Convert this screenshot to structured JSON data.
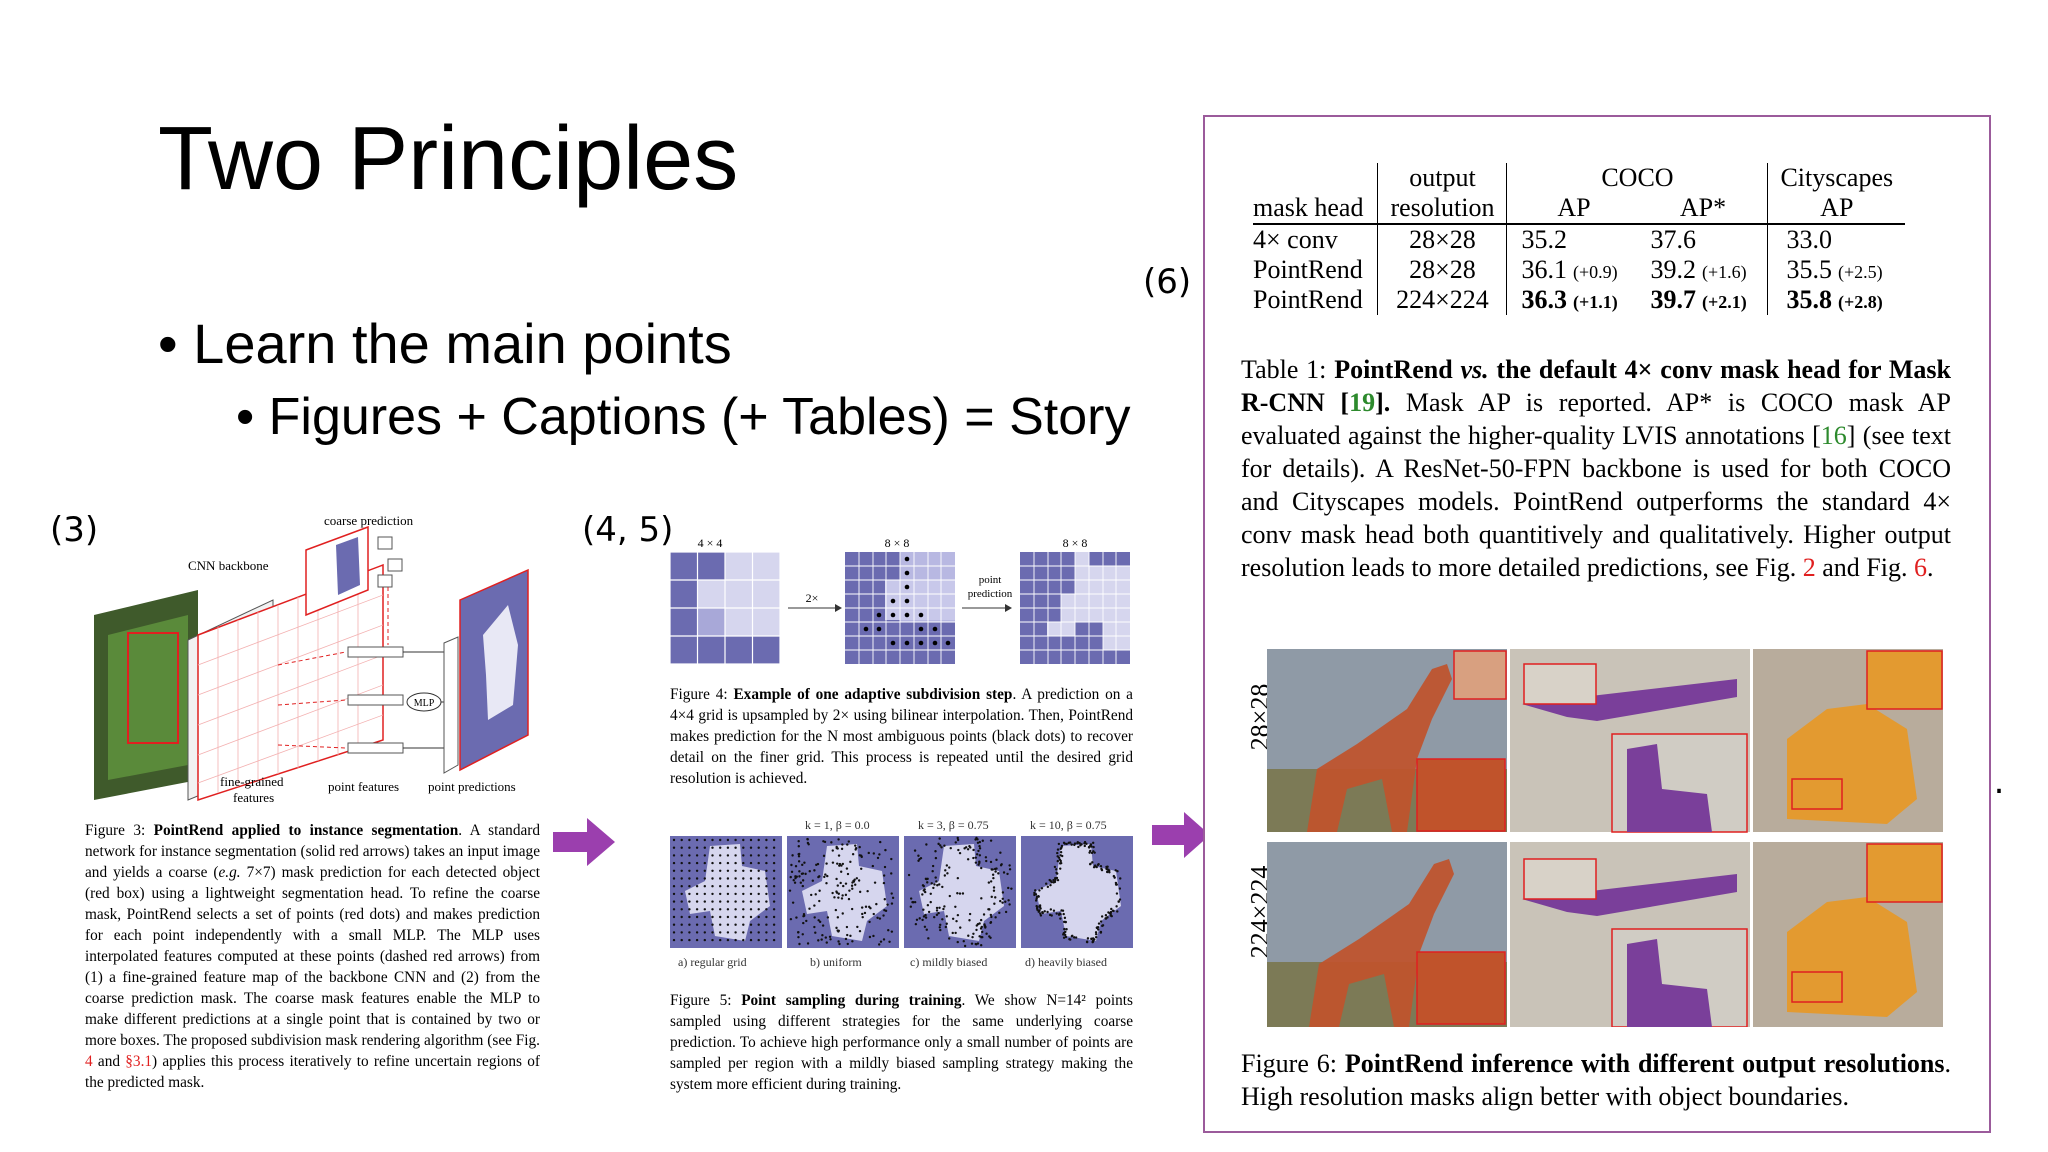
{
  "slide": {
    "title": "Two Principles",
    "bullet1": "Learn the main points",
    "bullet2": "Figures + Captions (+ Tables) = Story",
    "label_fig3": "(3)",
    "label_fig45": "(4, 5)",
    "label_fig6": "(6)",
    "ellipsis": "..."
  },
  "fig3": {
    "labels": {
      "coarse": "coarse prediction",
      "backbone": "CNN backbone",
      "finegrained_1": "fine-grained",
      "finegrained_2": "features",
      "pointfeatures": "point features",
      "pointpreds": "point predictions",
      "mlp": "MLP"
    },
    "caption": {
      "head": "Figure 3: ",
      "bold": "PointRend applied to instance segmentation",
      "body1": ". A standard network for instance segmentation (solid red arrows) takes an input image and yields a coarse (",
      "eg": "e.g.",
      "body2": " 7×7) mask prediction for each detected object (red box) using a lightweight segmentation head. To refine the coarse mask, PointRend selects a set of points (red dots) and makes prediction for each point independently with a small MLP. The MLP uses interpolated features computed at these points (dashed red arrows) from (1) a fine-grained feature map of the backbone CNN and (2) from the coarse prediction mask. The coarse mask features enable the MLP to make different predictions at a single point that is contained by two or more boxes. The proposed subdivision mask rendering algorithm (see Fig. ",
      "ref4": "4",
      "and": " and ",
      "ref31": "§3.1",
      "body3": ") applies this process iteratively to refine uncertain regions of the predicted mask."
    }
  },
  "fig4": {
    "grid_labels": [
      "4 × 4",
      "8 × 8",
      "8 × 8"
    ],
    "upsample": "2×",
    "pointpred_1": "point",
    "pointpred_2": "prediction",
    "caption": {
      "head": "Figure 4: ",
      "bold": "Example of one adaptive subdivision step",
      "body": ". A prediction on a 4×4 grid is upsampled by 2× using bilinear interpolation. Then, PointRend makes prediction for the N most ambiguous points (black dots) to recover detail on the finer grid. This process is repeated until the desired grid resolution is achieved."
    }
  },
  "fig5": {
    "params": [
      "k = 1, β = 0.0",
      "k = 3, β = 0.75",
      "k = 10, β = 0.75"
    ],
    "sublabels": [
      "a) regular grid",
      "b) uniform",
      "c) mildly biased",
      "d) heavily biased"
    ],
    "caption": {
      "head": "Figure 5: ",
      "bold": "Point sampling during training",
      "body": ". We show N=14² points sampled using different strategies for the same underlying coarse prediction. To achieve high performance only a small number of points are sampled per region with a mildly biased sampling strategy making the system more efficient during training."
    }
  },
  "table1": {
    "headers": {
      "maskhead": "mask head",
      "output": "output",
      "resolution": "resolution",
      "coco": "COCO",
      "ap": "AP",
      "apstar": "AP*",
      "cityscapes": "Cityscapes",
      "cap": "AP"
    },
    "rows": [
      {
        "head": "4× conv",
        "res": "28×28",
        "ap": "35.2",
        "apd": "",
        "aps": "37.6",
        "apsd": "",
        "c": "33.0",
        "cd": "",
        "bold": false
      },
      {
        "head": "PointRend",
        "res": "28×28",
        "ap": "36.1",
        "apd": "(+0.9)",
        "aps": "39.2",
        "apsd": "(+1.6)",
        "c": "35.5",
        "cd": "(+2.5)",
        "bold": false
      },
      {
        "head": "PointRend",
        "res": "224×224",
        "ap": "36.3",
        "apd": "(+1.1)",
        "aps": "39.7",
        "apsd": "(+2.1)",
        "c": "35.8",
        "cd": "(+2.8)",
        "bold": true
      }
    ],
    "caption": {
      "head": "Table 1: ",
      "bold1": "PointRend ",
      "vs": "vs.",
      "bold2": " the default 4× conv mask head for Mask R-CNN [",
      "ref19": "19",
      "bold3": "].",
      "body1": " Mask AP is reported. AP* is COCO mask AP evaluated against the higher-quality LVIS annotations [",
      "ref16": "16",
      "body2": "] (see text for details). A ResNet-50-FPN backbone is used for both COCO and Cityscapes models. PointRend outperforms the standard 4× conv mask head both quantitively and qualitatively. Higher output resolution leads to more detailed predictions, see Fig. ",
      "ref2": "2",
      "body3": " and Fig. ",
      "ref6": "6",
      "body4": "."
    }
  },
  "fig6": {
    "row_labels": [
      "28×28",
      "224×224"
    ],
    "caption": {
      "head": "Figure 6: ",
      "bold": "PointRend inference with different output resolutions",
      "body": ". High resolution masks align better with object boundaries."
    }
  },
  "colors": {
    "purple_arrow": "#9b3fae",
    "panel_border": "#9b5b9b",
    "grid_dark": "#6b6bb0",
    "grid_light": "#d6d6ee",
    "ref_red": "#e02020",
    "ref_green": "#2d8a2d"
  }
}
